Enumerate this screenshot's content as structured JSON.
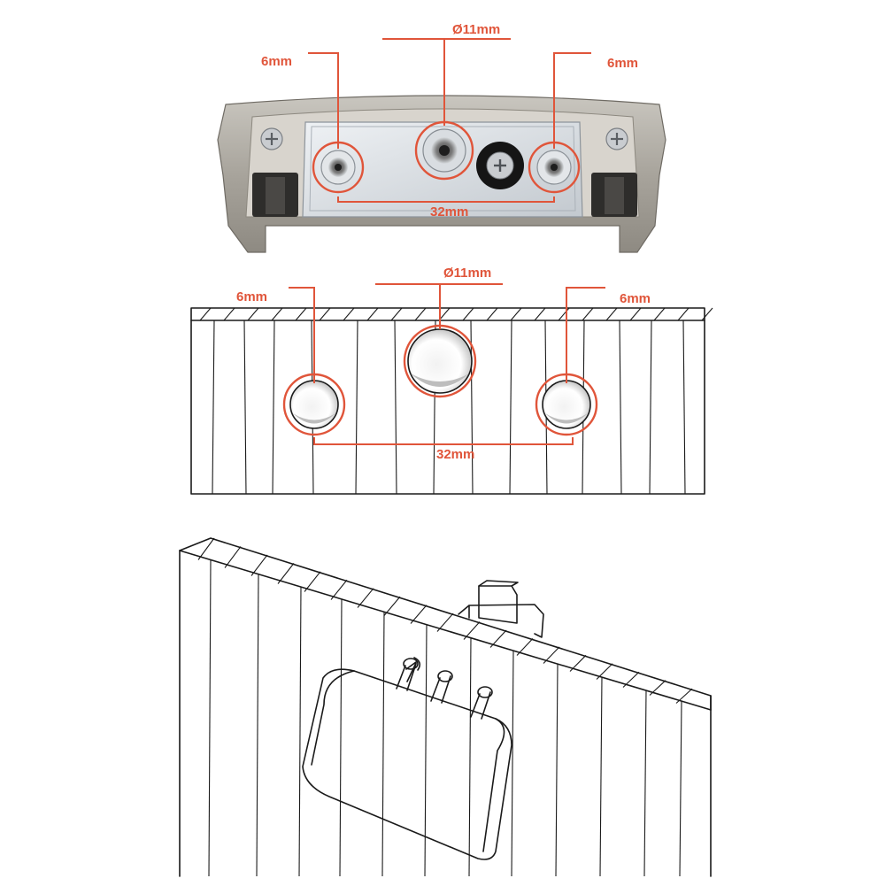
{
  "colors": {
    "dimension": "#e0553a",
    "ink": "#1a1a1a",
    "handle_metal": "#a8a49c",
    "plate_metal": "#d6dbe0",
    "background": "#ffffff"
  },
  "photo_callouts": {
    "left_hole": "6mm",
    "center_hole": "Ø11mm",
    "right_hole": "6mm",
    "spacing": "32mm"
  },
  "drawing_callouts": {
    "left_hole": "6mm",
    "center_hole": "Ø11mm",
    "right_hole": "6mm",
    "spacing": "32mm"
  }
}
